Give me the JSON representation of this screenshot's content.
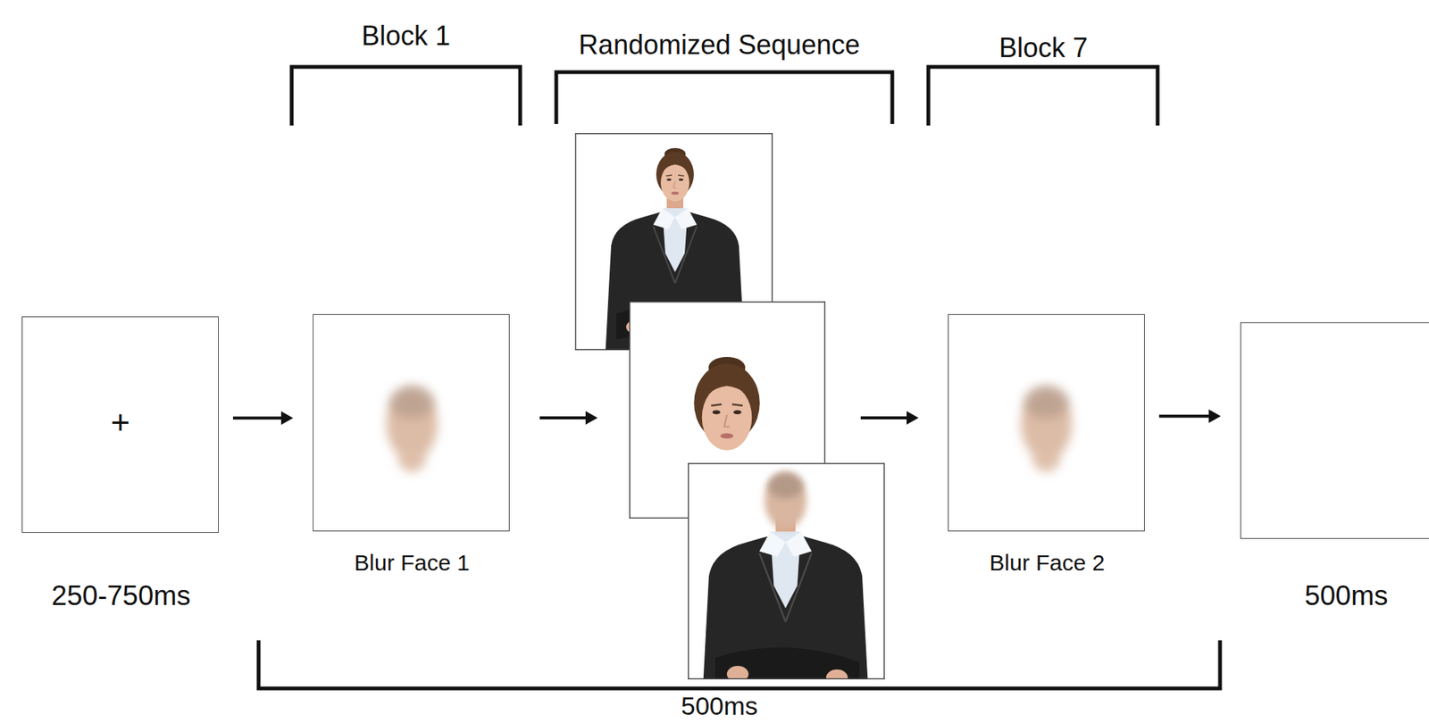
{
  "diagram": {
    "nodes": [
      {
        "text": [
          "+",
          "250-750ms"
        ]
      },
      {
        "text": [
          "Blur Face 1"
        ]
      },
      {
        "text": [
          "Blur Face 2"
        ]
      },
      {
        "text": [
          "500ms"
        ]
      }
    ],
    "edges": [
      {
        "from": 0,
        "to": 1,
        "arrow": "to"
      },
      {
        "from": 2,
        "to": 3,
        "arrow": "to"
      }
    ],
    "labels": [
      "Block 1",
      "Randomized Sequence",
      "Block 7",
      "500ms"
    ]
  }
}
